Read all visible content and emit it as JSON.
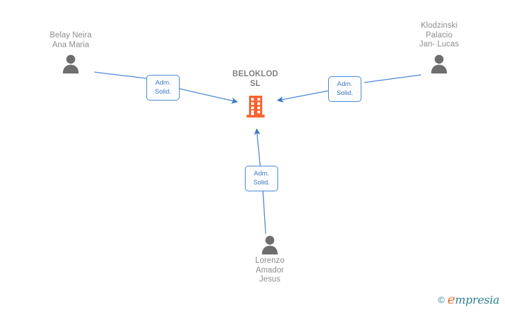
{
  "diagram": {
    "title": "BELOKLOD SL corporate relations graph",
    "background_color": "#ffffff",
    "company": {
      "name": "BELOKLOD\nSL",
      "icon": "building-icon",
      "color": "#fa6432"
    },
    "persons": [
      {
        "id": "belay-neira-ana-maria",
        "name": "Belay Neira\nAna Maria",
        "icon": "person-icon",
        "label_position": "above",
        "color": "#6e6e6e"
      },
      {
        "id": "klodzinski-palacio-jan-lucas",
        "name": "Klodzinski\nPalacio\nJan- Lucas",
        "icon": "person-icon",
        "label_position": "above",
        "color": "#6e6e6e"
      },
      {
        "id": "lorenzo-amador-jesus",
        "name": "Lorenzo\nAmador\nJesus",
        "icon": "person-icon",
        "label_position": "below",
        "color": "#6e6e6e"
      }
    ],
    "edges": [
      {
        "id": "edge-belay-neira-to-company",
        "from": "belay-neira-ana-maria",
        "to": "company",
        "label": "Adm.\nSolid.",
        "color": "#4a87d4",
        "direction": "right"
      },
      {
        "id": "edge-klodzinski-to-company",
        "from": "klodzinski-palacio-jan-lucas",
        "to": "company",
        "label": "Adm.\nSolid.",
        "color": "#4a87d4",
        "direction": "left"
      },
      {
        "id": "edge-lorenzo-to-company",
        "from": "lorenzo-amador-jesus",
        "to": "company",
        "label": "Adm.\nSolid.",
        "color": "#4a87d4",
        "direction": "up"
      }
    ],
    "watermark": {
      "copyright": "©",
      "brand_initial": "e",
      "brand_rest": "mpresia",
      "initial_color": "#ef6c2b",
      "text_color": "#2e7f93"
    }
  }
}
